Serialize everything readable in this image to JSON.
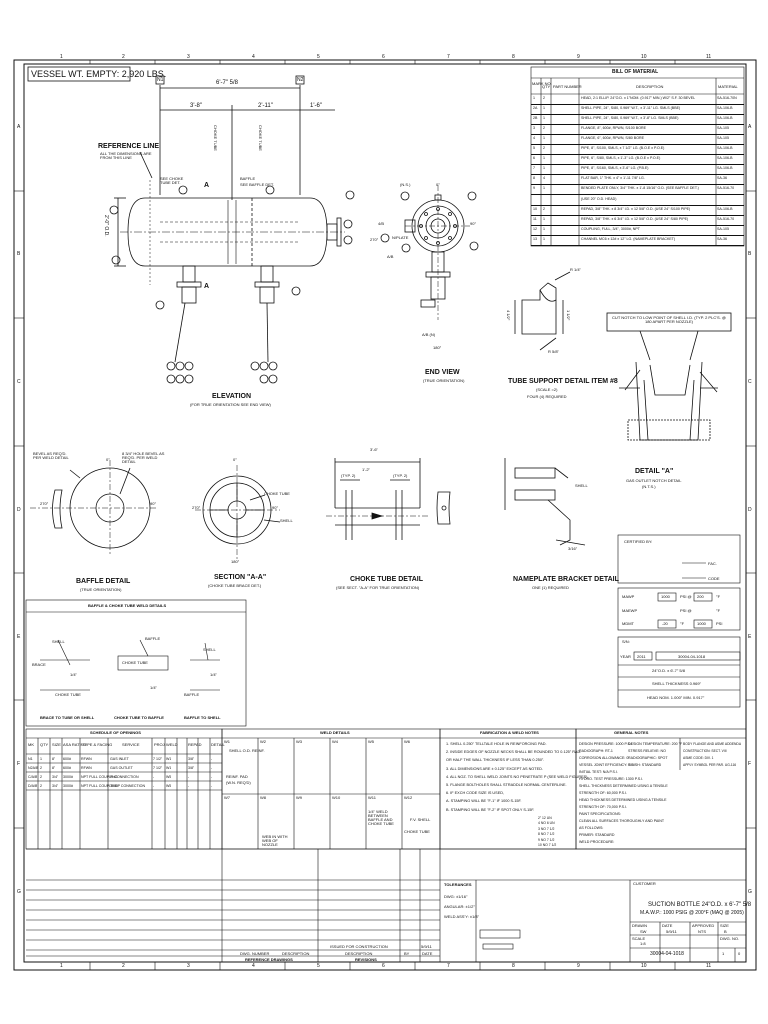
{
  "sheet": {
    "col_markers": [
      "1",
      "2",
      "3",
      "4",
      "5",
      "6",
      "7",
      "8",
      "9",
      "10",
      "11"
    ],
    "row_markers": [
      "A",
      "B",
      "C",
      "D",
      "E",
      "F",
      "G"
    ],
    "vessel_weight": "VESSEL WT. EMPTY: 2,920 LBS."
  },
  "bom": {
    "title": "BILL OF MATERIAL",
    "headers": [
      "MARK NO.",
      "QTY",
      "PART NUMBER",
      "DESCRIPTION",
      "MATERIAL"
    ],
    "rows": [
      {
        "mark": "1",
        "qty": "2",
        "desc": "HEAD, 2:1 ELLIP. 24\"O.D. x 1\"NOM. (0.917\" MIN.) W/2\" S.F. 30 BEVEL",
        "mat": "SA-516-70N"
      },
      {
        "mark": "2A",
        "qty": "1",
        "desc": "SHELL PIPE, 24\", S/80, 0.969\" W.T., x 3'-11\" LG. SMLS (BBE)",
        "mat": "SA-106-B"
      },
      {
        "mark": "2B",
        "qty": "1",
        "desc": "SHELL PIPE, 24\", S/80, 0.969\" W.T., x 3'-8\" LG. SMLS (BBE)",
        "mat": "SA-106-B"
      },
      {
        "mark": "3",
        "qty": "2",
        "desc": "FLANGE, 8\", 600#, RFWN, S/100 BORE",
        "mat": "SA-105"
      },
      {
        "mark": "4",
        "qty": "1",
        "desc": "FLANGE, 6\", 600#, RFWN, S/80 BORE",
        "mat": "SA-105"
      },
      {
        "mark": "5",
        "qty": "2",
        "desc": "PIPE, 8\", S/100, SMLS, x 7 1/2\" LG. (B.O.E x P.O.E)",
        "mat": "SA-106-B"
      },
      {
        "mark": "6",
        "qty": "1",
        "desc": "PIPE, 6\", S/80, SMLS, x 1'-3\" LG. (B.O.E x P.O.E)",
        "mat": "SA-106-B"
      },
      {
        "mark": "7",
        "qty": "1",
        "desc": "PIPE, 8\", S/160, SMLS, x 3'-6\" LG. (P.B.E)",
        "mat": "SA-106-B"
      },
      {
        "mark": "8",
        "qty": "4",
        "desc": "FLAT BAR, 1\" THK. x 4\" x 1'-11 7/8\" LG.",
        "mat": "SA-36"
      },
      {
        "mark": "9",
        "qty": "1",
        "desc": "BENDED PLATE ONLY, 3/4\" THK. x 1'-8 15/16\" O.D. (SEE BAFFLE DET.)",
        "mat": "SA-516-70"
      },
      {
        "mark": "",
        "qty": "",
        "desc": "(USE 20\" O.D. HEAD)",
        "mat": ""
      },
      {
        "mark": "10",
        "qty": "2",
        "desc": "REPAD, 3/8\" THK. x 8 3/4\" I.D. x 12 5/8\" O.D. (USE 24\" S/100 PIPE)",
        "mat": "SA-106-B"
      },
      {
        "mark": "11",
        "qty": "1",
        "desc": "REPAD, 3/8\" THK. x 6 3/4\" I.D. x 12 5/8\" O.D. (USE 24\" S/80 PIPE)",
        "mat": "SA-516-70"
      },
      {
        "mark": "12",
        "qty": "1",
        "desc": "COUPLING, FULL, 3/4\", 3000#, NPT",
        "mat": "SA-105"
      },
      {
        "mark": "13",
        "qty": "1",
        "desc": "CHANNEL MC6 x 12# x 12\" LG. (NAMEPLATE BRACKET)",
        "mat": "SA-36"
      }
    ]
  },
  "elevation": {
    "dim_overall": "6'-7\" 5/8",
    "dim_left": "3'-8\"",
    "dim_mid": "2'-11\"",
    "dim_right": "1'-6\"",
    "ref_line": "REFERENCE LINE",
    "ref_note": "ALL THE DIMENSIONS ARE FROM THIS LINE",
    "choke_tube": "CHOKE TUBE",
    "see_choke": "SEE CHOKE TUBE DET.",
    "see_baffle": "SEE BAFFLE DET.",
    "baffle": "BAFFLE",
    "section_mark": "A",
    "title": "ELEVATION",
    "subtitle": "(FOR TRUE ORIENTATION SEE END VIEW)",
    "dim_vert": "2'-0\" O.D.",
    "nozzles": [
      "N1",
      "N2",
      "N3",
      "N4"
    ]
  },
  "end_view": {
    "title": "END VIEW",
    "subtitle": "(TRUE ORIENTATION)",
    "angles": [
      "0°",
      "90°",
      "180°",
      "270°"
    ],
    "nameplate": "N/PLATE",
    "labels": [
      "(N.S.)",
      "A/B",
      "A/B (N)",
      "4/B"
    ]
  },
  "tube_support": {
    "title": "TUBE SUPPORT DETAIL ITEM #8",
    "scale": "(SCALE =2)",
    "qty": "FOUR (4) REQUIRED",
    "dims": [
      "4 1/2\"",
      "1 1/2\"",
      "R 1/4\"",
      "R 5/8\"",
      "45°"
    ]
  },
  "detail_a": {
    "note": "CUT NOTCH TO LOW POINT OF SHELL I.D. (TYP. 2 PLC'S. @ 180 APART PER NOZZLE)",
    "title": "DETAIL \"A\"",
    "subtitle": "GAS OUTLET NOTCH DETAIL",
    "subtitle2": "(N.T.S.)"
  },
  "baffle_detail": {
    "title": "BAFFLE DETAIL",
    "subtitle": "(TRUE ORIENTATION)",
    "note1": "BEVEL AS REQ'D. PER WELD DETAIL",
    "note2": "8 3/4\" HOLE BEVEL AS REQ'D. PER WELD DETAIL",
    "angles": [
      "0°",
      "90°",
      "270°"
    ]
  },
  "section_aa": {
    "title": "SECTION \"A-A\"",
    "subtitle": "(CHOKE TUBE BRACE DET.)",
    "labels": [
      "CHOKE TUBE",
      "SHELL",
      "0°",
      "90°",
      "270°",
      "180°"
    ]
  },
  "choke_tube_detail": {
    "title": "CHOKE TUBE DETAIL",
    "subtitle": "(SEE SECT. \"A-A\" FOR TRUE ORIENTATION)",
    "dims": [
      "3'-6\"",
      "1'-2\"",
      "(TYP. 2)",
      "(TYP. 2)"
    ]
  },
  "nameplate_bracket": {
    "title": "NAMEPLATE BRACKET DETAIL",
    "subtitle": "ONE (1) REQUIRED",
    "labels": [
      "SHELL",
      "3/16\""
    ]
  },
  "certification": {
    "certified_by": "CERTIFIED BY:",
    "fac": "FAC.",
    "code": "CODE",
    "mawp": "MAWP",
    "mawp_val": "1000",
    "psi_at": "PSI @",
    "mawp_temp": "200",
    "deg_f": "°F",
    "maewp": "MAEWP",
    "mdmt": "MDMT",
    "mdmt_val": "-20",
    "mdmt_psi": "1000",
    "psi": "PSI",
    "sn": "S/N:",
    "year": "YEAR",
    "year_val": "2011",
    "drawing_no": "30004-04-1018",
    "size": "24\"O.D. x 6'-7\" 5/8",
    "shell_thk": "SHELL THICKNESS 0.969\"",
    "head_thk": "HEAD NOM. 1.000\" MIN. 0.917\""
  },
  "weld_details": {
    "title": "BAFFLE & CHOKE TUBE WELD DETAILS",
    "labels": [
      "SHELL",
      "BAFFLE",
      "BRACE",
      "CHOKE TUBE",
      "CHOKE TUBE",
      "SHELL",
      "BAFFLE",
      "1/4\"",
      "1/4\"",
      "1/4\""
    ],
    "captions": [
      "BRACE TO TUBE OR SHELL",
      "CHOKE TUBE TO BAFFLE",
      "BAFFLE TO SHELL"
    ]
  },
  "nozzle_schedule": {
    "title": "SCHEDULE OF OPENINGS",
    "headers": [
      "MK",
      "QTY",
      "SIZE",
      "ASA RATING",
      "TYPE & FACING",
      "SERVICE",
      "PROJ.",
      "WELD",
      "REPAD",
      "DETAIL"
    ],
    "rows": [
      {
        "mk": "N1",
        "qty": "1",
        "size": "8\"",
        "rating": "600#",
        "type": "RFWN",
        "service": "GAS INLET",
        "proj": "7 1/2\"",
        "weld": "W1",
        "repad": "3/8\"",
        "detail": "-"
      },
      {
        "mk": "N2A/B",
        "qty": "2",
        "size": "8\"",
        "rating": "600#",
        "type": "RFWN",
        "service": "GAS OUTLET",
        "proj": "7 1/2\"",
        "weld": "W1",
        "repad": "3/8\"",
        "detail": "-"
      },
      {
        "mk": "C/A/B",
        "qty": "2",
        "size": "3/4\"",
        "rating": "3000#",
        "type": "NPT FULL COUPLING",
        "service": "PI CONNECTION",
        "proj": "-",
        "weld": "W5",
        "repad": "-",
        "detail": "-"
      },
      {
        "mk": "D/A/B",
        "qty": "2",
        "size": "3/4\"",
        "rating": "3000#",
        "type": "NPT FULL COUPLING",
        "service": "TEMP CONNECTION",
        "proj": "-",
        "weld": "W5",
        "repad": "-",
        "detail": "-"
      }
    ]
  },
  "weld_table": {
    "title": "WELD DETAILS",
    "cells": [
      "W1",
      "W2",
      "W3",
      "W4",
      "W5",
      "W6",
      "W7",
      "W8",
      "W9",
      "W10",
      "W11",
      "W12"
    ],
    "notes": [
      "SHELL O.D. REINF.",
      "REINF. PAD",
      "(W.N. REQ'D)",
      "WEB IN WITH WEB OF NOZZLE",
      "1/4\" WELD BETWEEN BAFFLE AND CHOKE TUBE",
      "F.V. SHELL",
      "CHOKE TUBE"
    ]
  },
  "fab_notes": {
    "title": "FABRICATION & WELD NOTES",
    "items": [
      "1. SHELL 0.250\" TELLTALE HOLE IN REINFORCING PAD.",
      "2. INSIDE EDGES OF NOZZLE NECKS SHALL BE ROUNDED TO 0.125\" RAD.",
      "   OR HALF THE WALL THICKNESS IF LESS THAN 0.250\".",
      "3. ALL DIMENSIONS ARE ± 0.125\" EXCEPT AS NOTED.",
      "4. ALL NOZ. TO SHELL WELD JOINTS NO PENETRATE P (SEE WELD FIGURES).",
      "5. FLANGE BOLTHOLES SHALL STRADDLE NORMAL CENTERLINE.",
      "6. IF EXCH CODE SIZE IS USED,",
      "   A. STAMPING WILL BE \"F-1\" IF 1000 S-15F.",
      "   B. STAMPING WILL BE \"F-2\" IF SPOT ONLY S-15F."
    ],
    "stamp_lines": [
      "2\" 12 UN",
      "4 NO 6 UN",
      "3 NO 7 1/2",
      "8 NO 7 1/2",
      "9 NO 7 1/2",
      "10 NO 7 1/2"
    ]
  },
  "general_notes": {
    "title": "GENERAL NOTES",
    "lines": [
      "DESIGN PRESSURE: 1000 P.S.I.",
      "RADIOGRAPH: RT-1",
      "CORROSION ALLOWANCE: 0",
      "VESSEL JOINT EFFICIENCY: 1.0",
      "INITIAL TEST: N/A P.S.I.",
      "HYDRO. TEST PRESSURE: 1300 P.S.I.",
      "SHELL THICKNESS DETERMINED USING A TENSILE",
      "STRENGTH OF: 60,000 P.S.I.",
      "HEAD THICKNESS DETERMINED USING A TENSILE",
      "STRENGTH OF: 70,000 P.S.I.",
      "PAINT SPECIFICATIONS:",
      "CLEAN ALL SURFACES THOROUGHLY AND PAINT",
      "AS FOLLOWS:",
      "PRIMER: STANDARD",
      "WELD PROCEDURE:"
    ],
    "right_lines": [
      "DESIGN TEMPERATURE: 200 °F",
      "STRESS RELIEVE: NO",
      "RADIOGRAPHIC: SPOT",
      "FINISH: STANDARD"
    ],
    "far_right": [
      "BODY FLANGE AND ASME ADDENDA",
      "CONSTRUCTION: SECT. VIII",
      "ASME CODE: DIV. 1",
      "APPLY SYMBOL PER PAR. UG-116"
    ]
  },
  "tolerance": {
    "title": "TOLERANCES",
    "lines": [
      "DWG: ±1/16\"",
      "ANGULAR: ±1/2°",
      "WELD ASS'Y: ±1/8\""
    ]
  },
  "title_block": {
    "customer": "CUSTOMER",
    "line1": "SUCTION BOTTLE 24\"O.D. x 6'-7\" 5/8",
    "line2": "M.A.W.P.: 1000 PSIG @ 200°F (MAQ @ 2005)",
    "drawn": "DRAWN",
    "drawn_val": "SW",
    "date": "DATE",
    "date_val": "5/9/11",
    "scale": "SCALE",
    "scale_val": "1:8",
    "approved": "APPROVED",
    "approved_val": "NTS",
    "size_lbl": "SIZE",
    "size_val": "B",
    "dwg_no_lbl": "DWG. NO.",
    "dwg_no": "30004-04-1018",
    "rev": "0",
    "sheet": "1"
  },
  "revision_block": {
    "ref_drawings": "REFERENCE DRAWINGS",
    "revisions": "REVISIONS",
    "dwg_number": "DWG. NUMBER",
    "description": "DESCRIPTION",
    "rev_desc": "DESCRIPTION",
    "by": "BY",
    "date": "DATE",
    "rev_entry": "ISSUED FOR CONSTRUCTION",
    "rev_entry_date": "5/9/11"
  }
}
